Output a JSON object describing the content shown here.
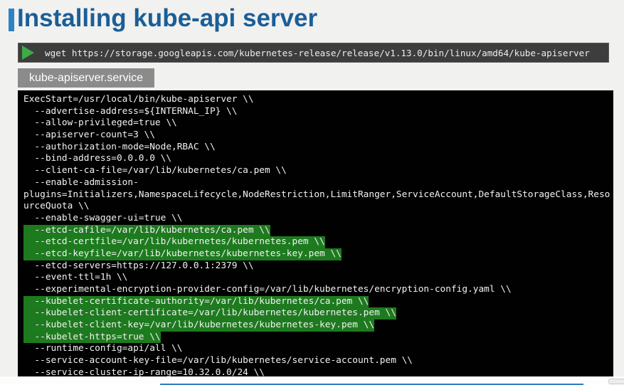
{
  "slide": {
    "title": "Installing kube-api server",
    "title_color": "#1b5e98",
    "accent_color": "#2e82c4",
    "background_color": "#f1f1ef"
  },
  "command_bar": {
    "icon": "play-icon",
    "icon_color": "#3faa46",
    "bg_color": "#3d3d3d",
    "command": "wget https://storage.googleapis.com/kubernetes-release/release/v1.13.0/bin/linux/amd64/kube-apiserver"
  },
  "file_label": {
    "text": "kube-apiserver.service",
    "bg_color": "#8b8b8b"
  },
  "terminal": {
    "bg_color": "#010101",
    "text_color": "#f2f2f2",
    "highlight_color": "#1e7a1f",
    "lines": [
      {
        "text": "ExecStart=/usr/local/bin/kube-apiserver \\\\",
        "highlight": false
      },
      {
        "text": "  --advertise-address=${INTERNAL_IP} \\\\",
        "highlight": false
      },
      {
        "text": "  --allow-privileged=true \\\\",
        "highlight": false
      },
      {
        "text": "  --apiserver-count=3 \\\\",
        "highlight": false
      },
      {
        "text": "  --authorization-mode=Node,RBAC \\\\",
        "highlight": false
      },
      {
        "text": "  --bind-address=0.0.0.0 \\\\",
        "highlight": false
      },
      {
        "text": "  --client-ca-file=/var/lib/kubernetes/ca.pem \\\\",
        "highlight": false
      },
      {
        "text": "  --enable-admission-",
        "highlight": false
      },
      {
        "text": "plugins=Initializers,NamespaceLifecycle,NodeRestriction,LimitRanger,ServiceAccount,DefaultStorageClass,Reso",
        "highlight": false
      },
      {
        "text": "urceQuota \\\\",
        "highlight": false
      },
      {
        "text": "  --enable-swagger-ui=true \\\\",
        "highlight": false
      },
      {
        "text": "  --etcd-cafile=/var/lib/kubernetes/ca.pem \\\\",
        "highlight": true
      },
      {
        "text": "  --etcd-certfile=/var/lib/kubernetes/kubernetes.pem \\\\",
        "highlight": true
      },
      {
        "text": "  --etcd-keyfile=/var/lib/kubernetes/kubernetes-key.pem \\\\",
        "highlight": true
      },
      {
        "text": "  --etcd-servers=https://127.0.0.1:2379 \\\\",
        "highlight": false
      },
      {
        "text": "  --event-ttl=1h \\\\",
        "highlight": false
      },
      {
        "text": "  --experimental-encryption-provider-config=/var/lib/kubernetes/encryption-config.yaml \\\\",
        "highlight": false
      },
      {
        "text": "  --kubelet-certificate-authority=/var/lib/kubernetes/ca.pem \\\\",
        "highlight": true
      },
      {
        "text": "  --kubelet-client-certificate=/var/lib/kubernetes/kubernetes.pem \\\\",
        "highlight": true
      },
      {
        "text": "  --kubelet-client-key=/var/lib/kubernetes/kubernetes-key.pem \\\\",
        "highlight": true
      },
      {
        "text": "  --kubelet-https=true \\\\",
        "highlight": true
      },
      {
        "text": "  --runtime-config=api/all \\\\",
        "highlight": false
      },
      {
        "text": "  --service-account-key-file=/var/lib/kubernetes/service-account.pem \\\\",
        "highlight": false
      },
      {
        "text": "  --service-cluster-ip-range=10.32.0.0/24 \\\\",
        "highlight": false
      }
    ]
  },
  "footer": {
    "underline_color": "#2e7fc0"
  }
}
